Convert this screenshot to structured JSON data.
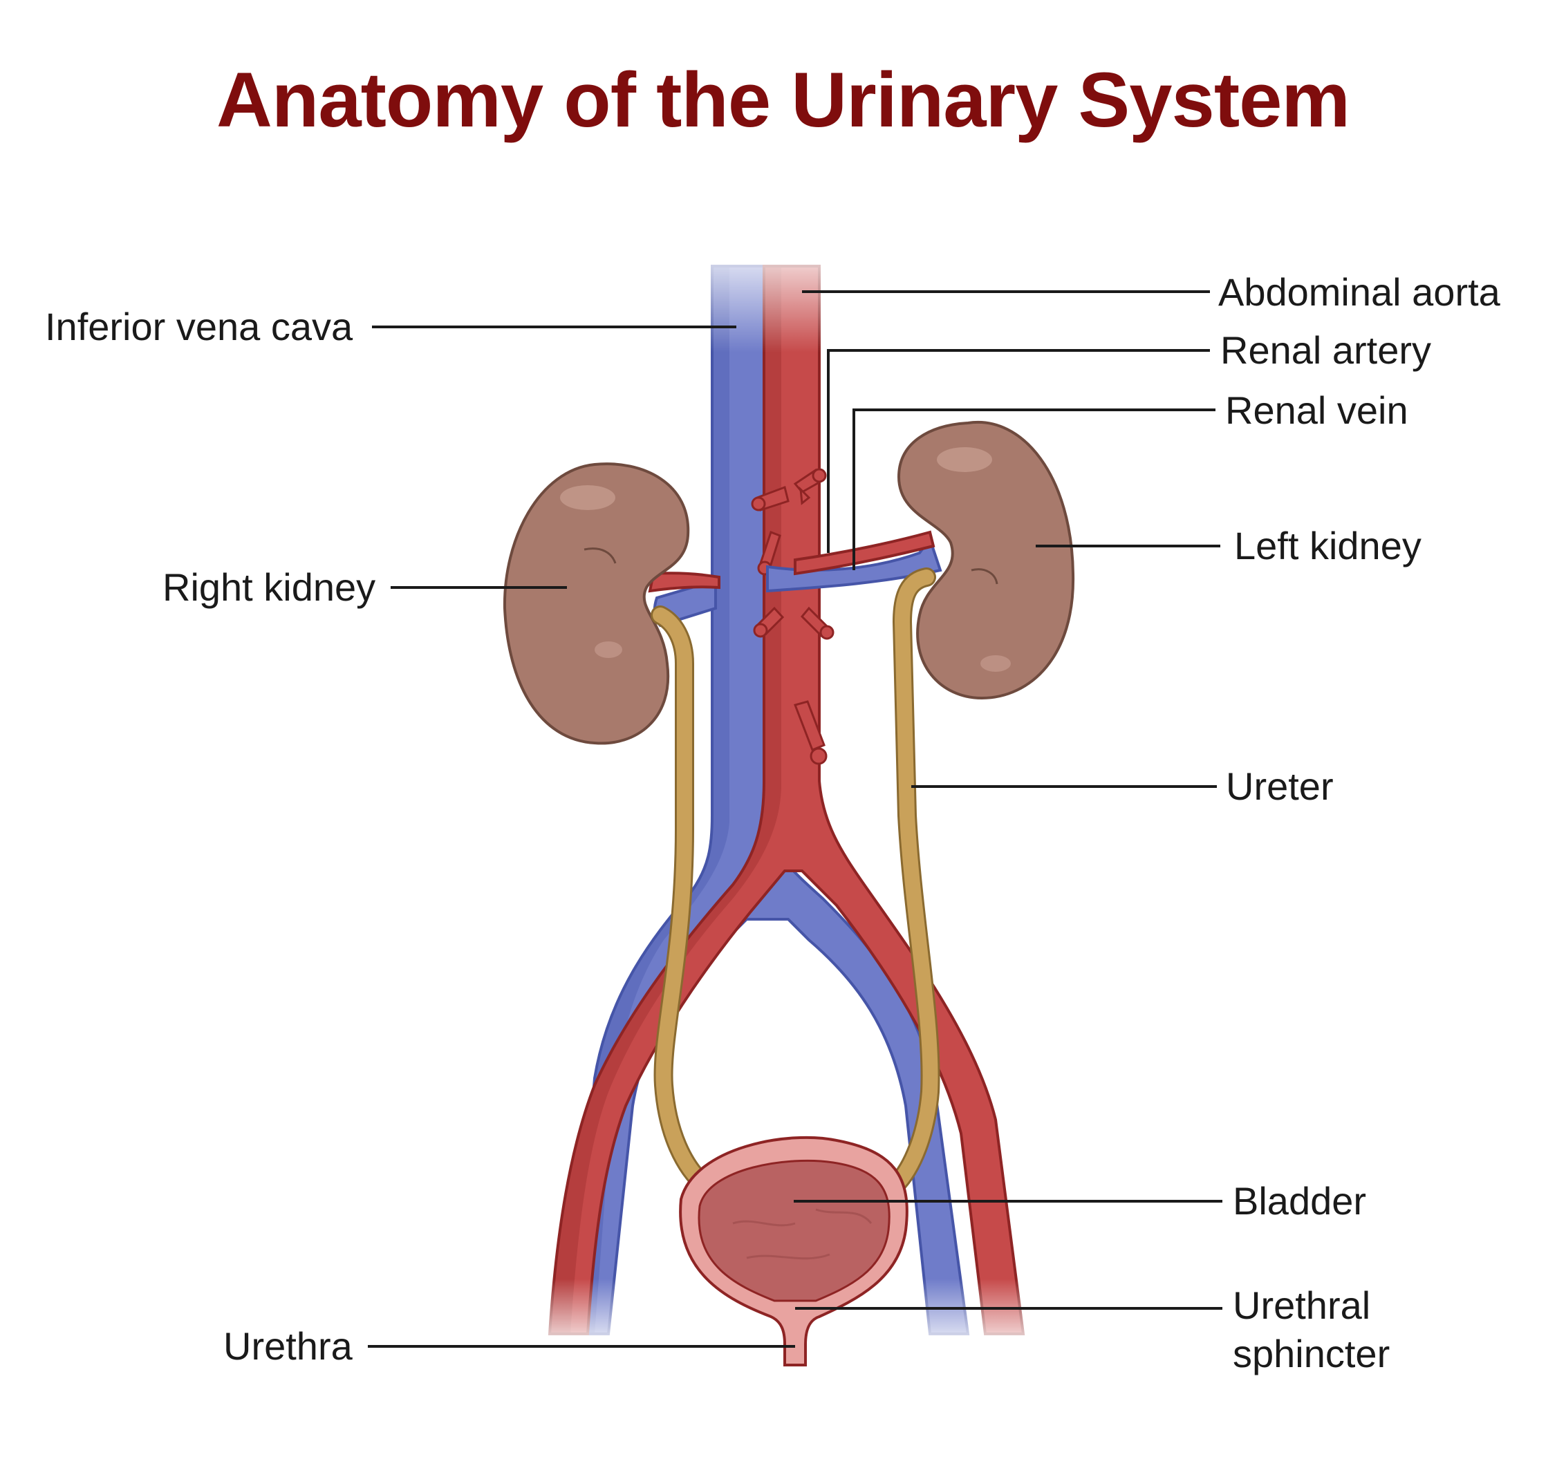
{
  "title": "Anatomy of the Urinary System",
  "colors": {
    "title": "#7f0d0d",
    "artery": "#c64a4a",
    "artery_dark": "#8e2424",
    "vein": "#6f7cc9",
    "vein_dark": "#4655a8",
    "kidney": "#a87a6c",
    "kidney_dark": "#6e4a3e",
    "ureter": "#c9a15a",
    "ureter_dark": "#8a6a30",
    "bladder_wall": "#e8a3a0",
    "bladder_inner": "#b96262",
    "leader": "#1a1a1a"
  },
  "labels": {
    "inferior_vena_cava": "Inferior vena cava",
    "abdominal_aorta": "Abdominal aorta",
    "renal_artery": "Renal artery",
    "renal_vein": "Renal vein",
    "right_kidney": "Right kidney",
    "left_kidney": "Left kidney",
    "ureter": "Ureter",
    "bladder": "Bladder",
    "urethral_sphincter_line1": "Urethral",
    "urethral_sphincter_line2": "sphincter",
    "urethra": "Urethra"
  }
}
